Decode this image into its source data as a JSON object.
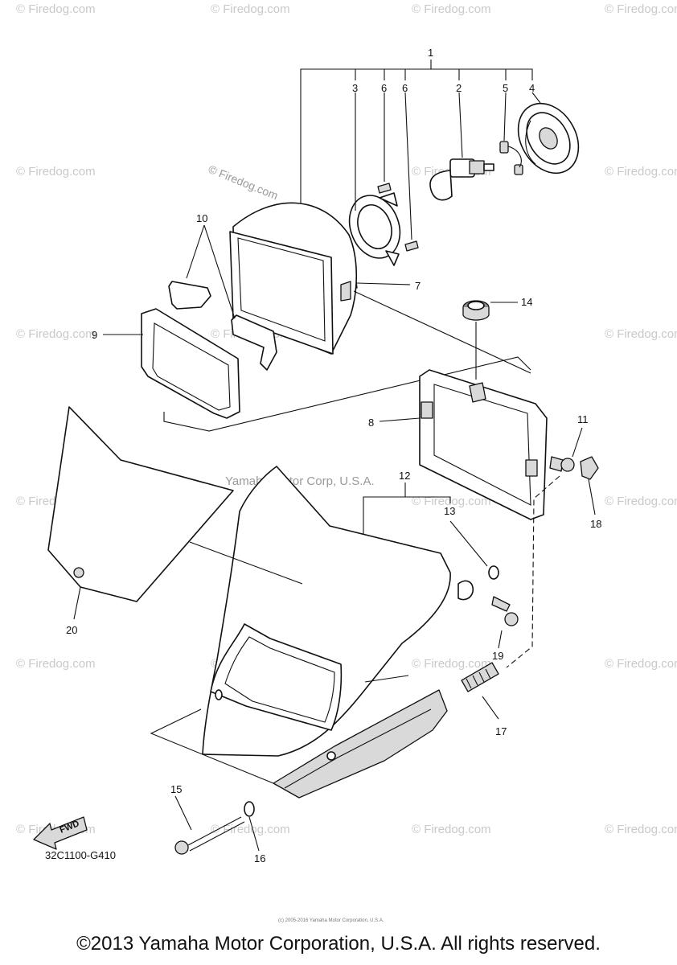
{
  "watermarks": {
    "site": "© Firedog.com",
    "stamp": "© Firedog.com",
    "center": "Yamaha Motor Corp, U.S.A."
  },
  "callouts": [
    "1",
    "2",
    "3",
    "4",
    "5",
    "6",
    "6",
    "7",
    "8",
    "9",
    "10",
    "11",
    "12",
    "13",
    "14",
    "15",
    "16",
    "17",
    "18",
    "19",
    "20"
  ],
  "diagram_code": "32C1100-G410",
  "fwd_label": "FWD",
  "footer_small": "(c) 2005-2016 Yamaha Motor Corporation, U.S.A.",
  "copyright": "©2013 Yamaha Motor Corporation, U.S.A. All rights reserved."
}
